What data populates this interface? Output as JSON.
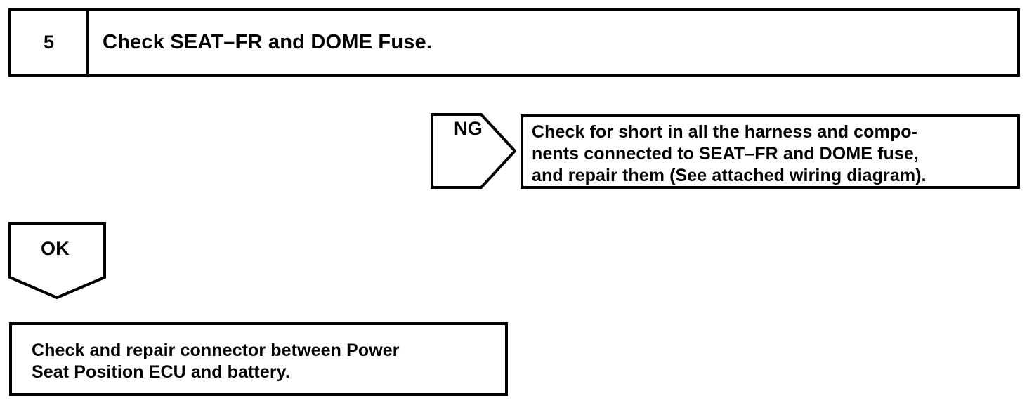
{
  "step": {
    "number": "5",
    "title": "Check SEAT–FR and DOME Fuse."
  },
  "ng_branch": {
    "label": "NG",
    "result_box": {
      "lines": [
        "Check for short in all the harness and compo-",
        "nents connected to SEAT–FR and DOME fuse,",
        "and repair them (See attached wiring diagram)."
      ]
    }
  },
  "ok_branch": {
    "label": "OK",
    "result_box": {
      "lines": [
        "Check and repair connector between Power",
        "Seat Position ECU and battery."
      ]
    }
  },
  "colors": {
    "ink": "#000000",
    "paper": "#ffffff"
  }
}
